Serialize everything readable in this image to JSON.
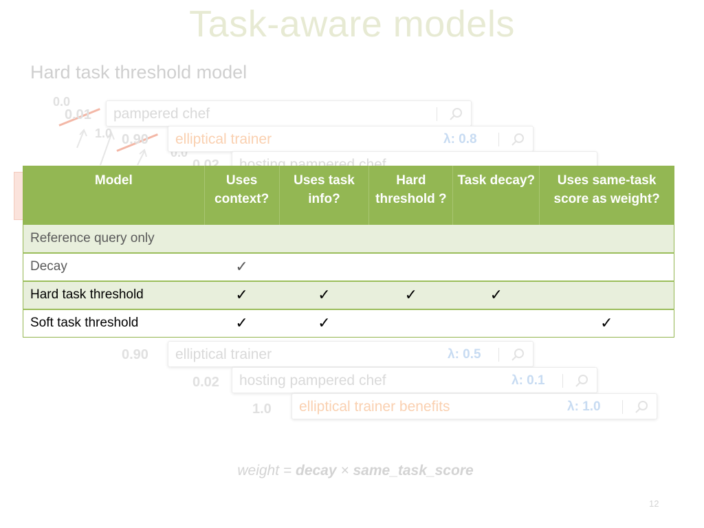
{
  "slide": {
    "title": "Task-aware models",
    "subtitle": "Hard task threshold model",
    "page_number": "12"
  },
  "background": {
    "search_boxes": [
      {
        "query": "pampered chef",
        "lambda": ""
      },
      {
        "query": "elliptical trainer",
        "lambda": "λ: 0.8"
      },
      {
        "query": "hosting pampered chef",
        "lambda": ""
      },
      {
        "query": "elliptical trainer",
        "lambda": "λ: 0.5"
      },
      {
        "query": "hosting pampered chef",
        "lambda": "λ: 0.1"
      },
      {
        "query": "elliptical trainer benefits",
        "lambda": "λ: 1.0"
      }
    ],
    "scores": {
      "s_top_new": "0.0",
      "s_top_old": "0.01",
      "s_mid_new": "1.0",
      "s_mid_old": "0.90",
      "s_third_new": "0.0",
      "s_third_old": "0.02",
      "s_090": "0.90",
      "s_002": "0.02",
      "s_10": "1.0"
    }
  },
  "table": {
    "headers": {
      "model": "Model",
      "context": "Uses context?",
      "task_info": "Uses task info?",
      "hard_threshold": "Hard threshold ?",
      "task_decay": "Task decay?",
      "same_task": "Uses same-task score as weight?"
    },
    "rows": [
      {
        "model": "Reference query only",
        "context": "",
        "task_info": "",
        "hard_threshold": "",
        "task_decay": "",
        "same_task": ""
      },
      {
        "model": "Decay",
        "context": "✓",
        "task_info": "",
        "hard_threshold": "",
        "task_decay": "",
        "same_task": ""
      },
      {
        "model": "Hard task threshold",
        "context": "✓",
        "task_info": "✓",
        "hard_threshold": "✓",
        "task_decay": "✓",
        "same_task": ""
      },
      {
        "model": "Soft task threshold",
        "context": "✓",
        "task_info": "✓",
        "hard_threshold": "",
        "task_decay": "",
        "same_task": "✓"
      }
    ]
  },
  "formula": {
    "prefix": "weight = ",
    "term1": "decay",
    "op": " × ",
    "term2": "same_task_score"
  }
}
